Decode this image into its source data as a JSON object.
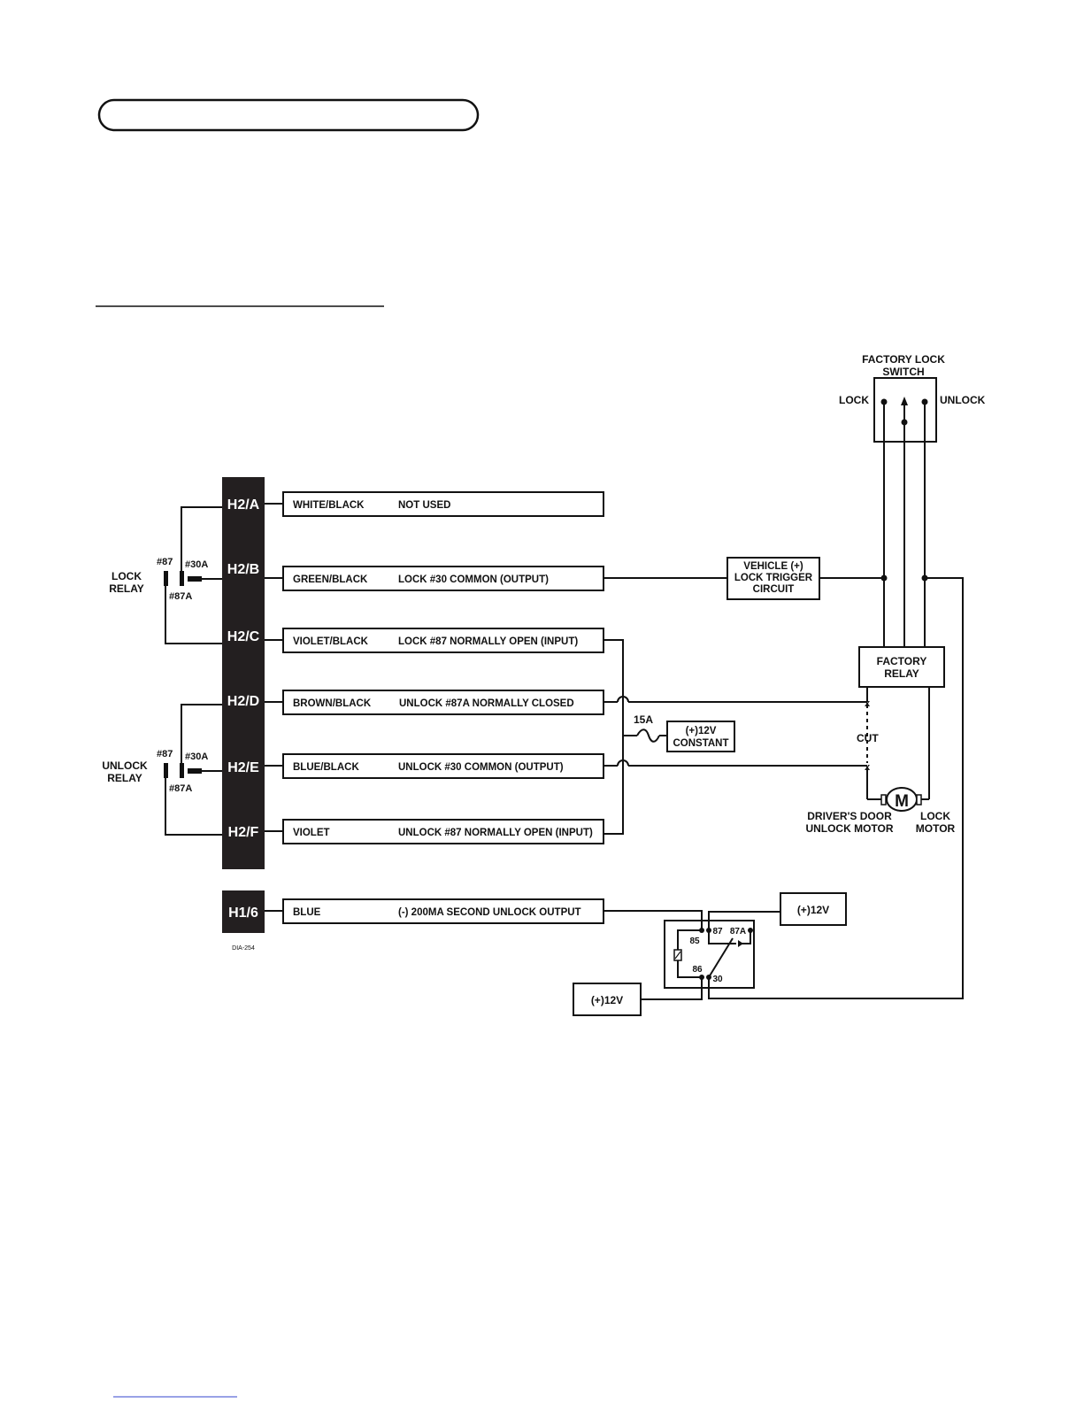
{
  "connectors": {
    "h2a": "H2/A",
    "h2b": "H2/B",
    "h2c": "H2/C",
    "h2d": "H2/D",
    "h2e": "H2/E",
    "h2f": "H2/F",
    "h16": "H1/6"
  },
  "wires": [
    {
      "color": "WHITE/BLACK",
      "function": "NOT USED"
    },
    {
      "color": "GREEN/BLACK",
      "function": "LOCK #30 COMMON (OUTPUT)"
    },
    {
      "color": "VIOLET/BLACK",
      "function": "LOCK #87 NORMALLY OPEN (INPUT)"
    },
    {
      "color": "BROWN/BLACK",
      "function": "UNLOCK #87A NORMALLY CLOSED"
    },
    {
      "color": "BLUE/BLACK",
      "function": "UNLOCK #30 COMMON (OUTPUT)"
    },
    {
      "color": "VIOLET",
      "function": "UNLOCK #87 NORMALLY OPEN (INPUT)"
    },
    {
      "color": "BLUE",
      "function": "(-) 200MA SECOND UNLOCK OUTPUT"
    }
  ],
  "lock_relay": {
    "line1": "LOCK",
    "line2": "RELAY"
  },
  "unlock_relay": {
    "line1": "UNLOCK",
    "line2": "RELAY"
  },
  "relay_pins": {
    "p87": "#87",
    "p30a": "#30A",
    "p87a": "#87A"
  },
  "factory_lock_switch": {
    "line1": "FACTORY LOCK",
    "line2": "SWITCH",
    "lock": "LOCK",
    "unlock": "UNLOCK"
  },
  "vehicle_trigger": {
    "line1": "VEHICLE (+)",
    "line2": "LOCK TRIGGER",
    "line3": "CIRCUIT"
  },
  "factory_relay": {
    "line1": "FACTORY",
    "line2": "RELAY"
  },
  "fuse": "15A",
  "constant": {
    "line1": "(+)12V",
    "line2": "CONSTANT"
  },
  "cut": "CUT",
  "motor": {
    "symbol": "M",
    "driver_line1": "DRIVER'S DOOR",
    "driver_line2": "UNLOCK MOTOR",
    "lock_line1": "LOCK",
    "lock_line2": "MOTOR"
  },
  "aux_relay": {
    "p85": "85",
    "p86": "86",
    "p87": "87",
    "p87a": "87A",
    "p30": "30"
  },
  "power_top": "(+)12V",
  "power_bottom": "(+)12V",
  "figure_code": "DIA-254"
}
